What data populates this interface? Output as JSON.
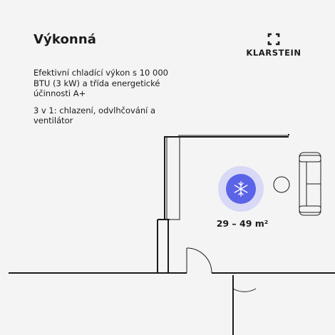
{
  "header": {
    "title": "Výkonná"
  },
  "description": {
    "line1": "Efektivní chladící výkon s 10 000 BTU (3 kW) a třída energetické účinnosti A+",
    "line2": "3 v 1: chlazení, odvlhčování a ventilátor"
  },
  "brand": {
    "name": "KLARSTEIN",
    "logo_icon": "klarstein-logo-icon"
  },
  "floorplan": {
    "area_label": "29 – 49 m²",
    "unit_icon": "snowflake-icon",
    "accent_color": "#5b63e6",
    "halo_color": "#d8d9f6"
  }
}
